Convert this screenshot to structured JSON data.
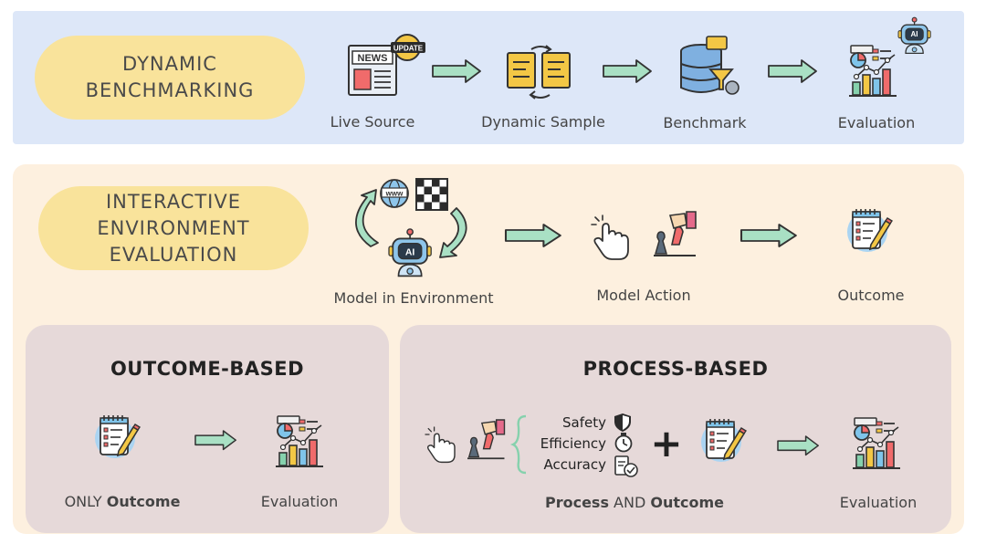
{
  "dynamic": {
    "title_lines": [
      "DYNAMIC",
      "BENCHMARKING"
    ],
    "steps": [
      "Live Source",
      "Dynamic Sample",
      "Benchmark",
      "Evaluation"
    ],
    "icon_texts": {
      "news": "NEWS",
      "update": "UPDATE",
      "ai": "AI"
    }
  },
  "interactive": {
    "title_lines": [
      "INTERACTIVE",
      "ENVIRONMENT",
      "EVALUATION"
    ],
    "steps": [
      "Model in Environment",
      "Model Action",
      "Outcome"
    ],
    "icon_texts": {
      "www": "www",
      "ai": "AI"
    }
  },
  "outcome_based": {
    "title": "OUTCOME-BASED",
    "left_label_prefix": "ONLY ",
    "left_label_bold": "Outcome",
    "right_label": "Evaluation"
  },
  "process_based": {
    "title": "PROCESS-BASED",
    "metrics": [
      "Safety",
      "Efficiency",
      "Accuracy"
    ],
    "plus": "+",
    "bottom_bold_1": "Process",
    "bottom_mid": " AND ",
    "bottom_bold_2": "Outcome",
    "right_label": "Evaluation"
  },
  "colors": {
    "top_panel": "#dde7f8",
    "mid_panel": "#fdf0df",
    "pill": "#f9e39b",
    "box": "#e6d9d9",
    "arrow": "#a9e0c4",
    "ink": "#2b2b2b"
  }
}
